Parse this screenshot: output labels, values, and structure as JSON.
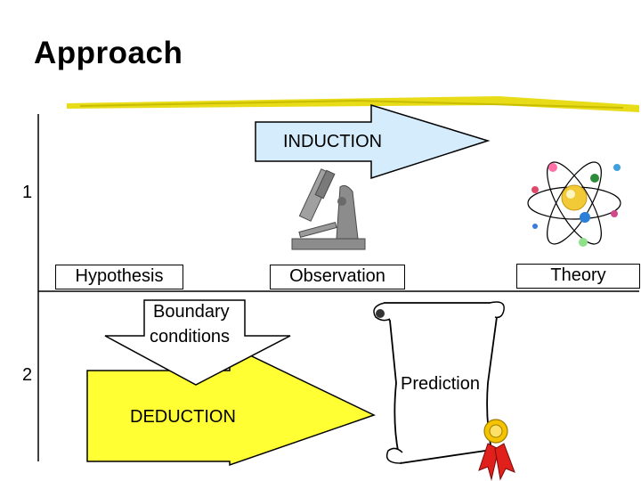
{
  "slide": {
    "title": "Approach",
    "labels": {
      "induction": "INDUCTION",
      "deduction": "DEDUCTION",
      "hypothesis": "Hypothesis",
      "observation": "Observation",
      "theory": "Theory",
      "boundary_line1": "Boundary",
      "boundary_line2": "conditions",
      "prediction": "Prediction",
      "step1": "1",
      "step2": "2"
    },
    "colors": {
      "induction_arrow": "#d4ecfb",
      "deduction_arrow": "#ffff33",
      "title_underline": "#e6d800",
      "microscope": "#8c8c8c",
      "ribbon": "#e0201a",
      "scroll": "#ffffff"
    },
    "icons": [
      "microscope-icon",
      "atom-icon",
      "scroll-icon",
      "award-ribbon-icon"
    ]
  }
}
